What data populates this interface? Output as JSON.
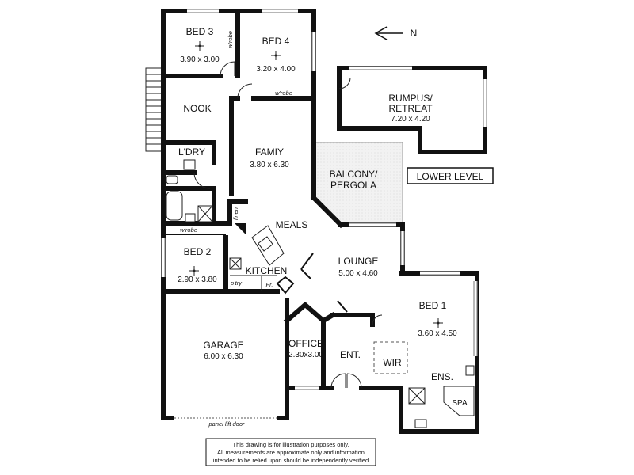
{
  "rooms": {
    "bed3": {
      "name": "BED 3",
      "dims": "3.90 x 3.00"
    },
    "bed4": {
      "name": "BED 4",
      "dims": "3.20 x 4.00"
    },
    "nook": {
      "name": "NOOK"
    },
    "laundry": {
      "name": "L'DRY"
    },
    "family": {
      "name": "FAMIY",
      "dims": "3.80 x 6.30"
    },
    "balcony": {
      "name_line1": "BALCONY/",
      "name_line2": "PERGOLA"
    },
    "meals": {
      "name": "MEALS"
    },
    "lounge": {
      "name": "LOUNGE",
      "dims": "5.00 x 4.60"
    },
    "bed2": {
      "name": "BED 2",
      "dims": "2.90 x 3.80"
    },
    "kitchen": {
      "name": "KITCHEN"
    },
    "bed1": {
      "name": "BED 1",
      "dims": "3.60 x 4.50"
    },
    "garage": {
      "name": "GARAGE",
      "dims": "6.00 x 6.30"
    },
    "office": {
      "name": "OFFICE",
      "dims": "2.30x3.00"
    },
    "entry": {
      "name": "ENT."
    },
    "wir": {
      "name": "WIR"
    },
    "ensuite": {
      "name": "ENS."
    },
    "spa": {
      "name": "SPA"
    },
    "rumpus": {
      "name_line1": "RUMPUS/",
      "name_line2": "RETREAT",
      "dims": "7.20 x 4.20"
    }
  },
  "small_labels": {
    "wrobe_bed3": "w'robe",
    "wrobe_bed4": "w'robe",
    "wrobe_bed2": "w'robe",
    "linen": "linen",
    "pantry": "p'try",
    "fridge": "Fr.",
    "garage_door": "panel lift door"
  },
  "compass": {
    "label": "N"
  },
  "lower_level": {
    "label": "LOWER LEVEL"
  },
  "disclaimer": {
    "line1": "This drawing is for illustration purposes only.",
    "line2": "All measurements are approximate only and information",
    "line3": "intended to be relied upon should be independently verified"
  }
}
